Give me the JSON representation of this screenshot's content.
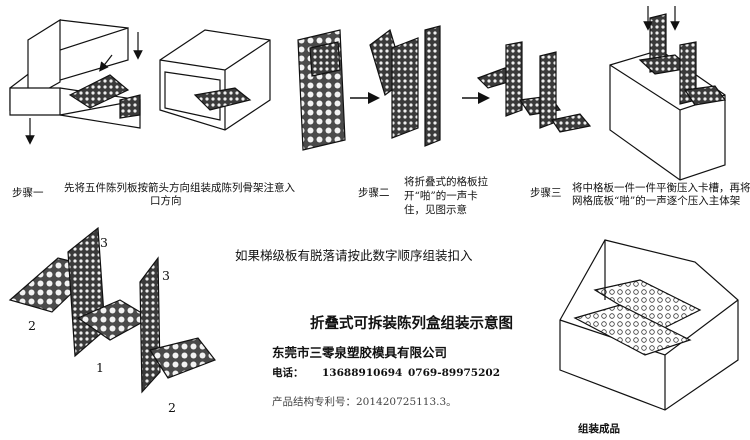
{
  "title": "折叠式可拆装陈列盒组装示意图",
  "steps": [
    {
      "label": "步骤一",
      "desc_lines": [
        "先将五件陈列板按箭头方向组装成陈列骨架注意入",
        "口方向"
      ]
    },
    {
      "label": "步骤二",
      "desc_lines": [
        "将折叠式的格板拉",
        "开“啪”的一声卡",
        "住，见图示意"
      ]
    },
    {
      "label": "步骤三",
      "desc_lines": [
        "将中格板一件一件平衡压入卡槽，再将",
        "网格底板“啪”的一声逐个压入主体架"
      ]
    }
  ],
  "instruction": "如果梯级板有脱落请按此数字顺序组装扣入",
  "callouts": [
    "3",
    "3",
    "2",
    "1",
    "2"
  ],
  "company": {
    "name": "东莞市三零泉塑胶模具有限公司",
    "phone_label": "电话：",
    "phone1": "13688910694",
    "phone2": "0769-89975202",
    "patent": "产品结构专利号：201420725113.3。"
  },
  "finished_caption": "组装成品"
}
